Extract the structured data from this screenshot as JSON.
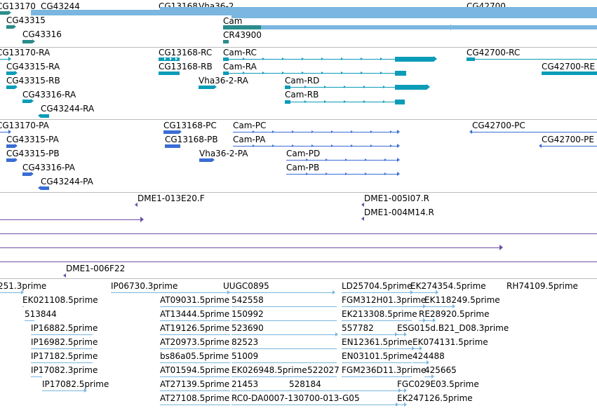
{
  "colors": {
    "gene": "#2a8c8c",
    "transcript_rna": "#0b9cb8",
    "transcript_protein": "#3a6dd4",
    "clone": "#6b4fa8",
    "est": "#7ab6e0"
  },
  "tracks": {
    "genes": [
      {
        "name": "CG13170"
      },
      {
        "name": "CG43244"
      },
      {
        "name": "CG13168"
      },
      {
        "name": "Vha36-2"
      },
      {
        "name": "CG42700"
      },
      {
        "name": "CG43315"
      },
      {
        "name": "Cam"
      },
      {
        "name": "CG43316"
      },
      {
        "name": "CR43900"
      }
    ],
    "transcripts": [
      {
        "name": "CG13170-RA"
      },
      {
        "name": "CG13168-RC"
      },
      {
        "name": "Cam-RC"
      },
      {
        "name": "CG42700-RC"
      },
      {
        "name": "CG43315-RA"
      },
      {
        "name": "CG13168-RB"
      },
      {
        "name": "Cam-RA"
      },
      {
        "name": "CG42700-RE"
      },
      {
        "name": "CG43315-RB"
      },
      {
        "name": "Vha36-2-RA"
      },
      {
        "name": "Cam-RD"
      },
      {
        "name": "CG43316-RA"
      },
      {
        "name": "Cam-RB"
      },
      {
        "name": "CG43244-RA"
      }
    ],
    "proteins": [
      {
        "name": "CG13170-PA"
      },
      {
        "name": "CG13168-PC"
      },
      {
        "name": "Cam-PC"
      },
      {
        "name": "CG42700-PC"
      },
      {
        "name": "CG43315-PA"
      },
      {
        "name": "CG13168-PB"
      },
      {
        "name": "Cam-PA"
      },
      {
        "name": "CG42700-PE"
      },
      {
        "name": "CG43315-PB"
      },
      {
        "name": "Vha36-2-PA"
      },
      {
        "name": "Cam-PD"
      },
      {
        "name": "CG43316-PA"
      },
      {
        "name": "Cam-PB"
      },
      {
        "name": "CG43244-PA"
      }
    ],
    "clones": [
      {
        "name": "DME1-013E20.F"
      },
      {
        "name": "DME1-005I07.R"
      },
      {
        "name": "DME1-004M14.R"
      },
      {
        "name": "DME1-006F22"
      }
    ],
    "ests": [
      {
        "name": "251.3prime"
      },
      {
        "name": "IP06730.3prime"
      },
      {
        "name": "UUGC0895"
      },
      {
        "name": "LD25704.5prime"
      },
      {
        "name": "EK274354.5prime"
      },
      {
        "name": "RH74109.5prime"
      },
      {
        "name": "EK021108.5prime"
      },
      {
        "name": "AT09031.5prime"
      },
      {
        "name": "542558"
      },
      {
        "name": "FGM312H01.3prime"
      },
      {
        "name": "EK118249.5prime"
      },
      {
        "name": "513844"
      },
      {
        "name": "AT13444.5prime"
      },
      {
        "name": "150992"
      },
      {
        "name": "EK213308.5prime"
      },
      {
        "name": "RE28920.5prime"
      },
      {
        "name": "IP16882.5prime"
      },
      {
        "name": "AT19126.5prime"
      },
      {
        "name": "523690"
      },
      {
        "name": "557782"
      },
      {
        "name": "ESG015d.B21_D08.3prime"
      },
      {
        "name": "IP16982.5prime"
      },
      {
        "name": "AT20973.5prime"
      },
      {
        "name": "82523"
      },
      {
        "name": "EN12361.5prime"
      },
      {
        "name": "EK074131.5prime"
      },
      {
        "name": "IP17182.5prime"
      },
      {
        "name": "bs86a05.5prime"
      },
      {
        "name": "51009"
      },
      {
        "name": "EN03101.5prime"
      },
      {
        "name": "424488"
      },
      {
        "name": "IP17082.3prime"
      },
      {
        "name": "AT01594.5prime"
      },
      {
        "name": "EK026948.5prime"
      },
      {
        "name": "522027"
      },
      {
        "name": "FGM236D11.3prime"
      },
      {
        "name": "425665"
      },
      {
        "name": "IP17082.5prime"
      },
      {
        "name": "AT27139.5prime"
      },
      {
        "name": "21453"
      },
      {
        "name": "528184"
      },
      {
        "name": "FGC029E03.5prime"
      },
      {
        "name": "AT27108.5prime"
      },
      {
        "name": "RC0-DA0007-130700-013-G05"
      },
      {
        "name": "EK247126.5prime"
      }
    ]
  }
}
